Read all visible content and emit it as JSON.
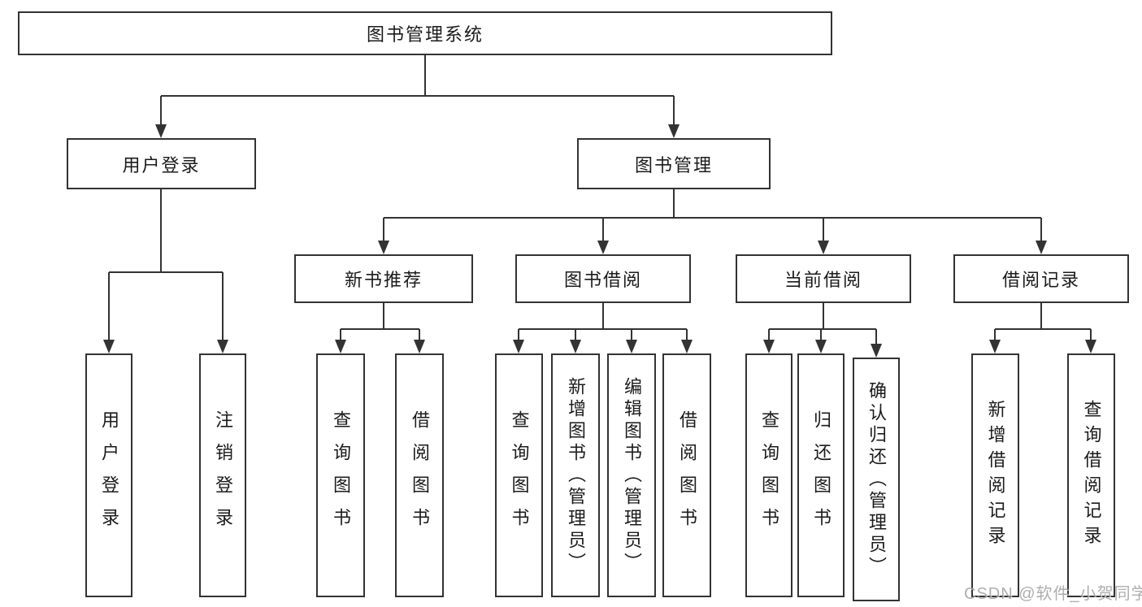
{
  "tree": {
    "root": {
      "label": "图书管理系统"
    },
    "branches": [
      {
        "label": "用户登录",
        "children": [
          {
            "label": "用户登录"
          },
          {
            "label": "注销登录"
          }
        ]
      },
      {
        "label": "图书管理",
        "children": [
          {
            "label": "新书推荐",
            "children": [
              {
                "label": "查询图书"
              },
              {
                "label": "借阅图书"
              }
            ]
          },
          {
            "label": "图书借阅",
            "children": [
              {
                "label": "查询图书"
              },
              {
                "label": "新增图书（管理员）"
              },
              {
                "label": "编辑图书（管理员）"
              },
              {
                "label": "借阅图书"
              }
            ]
          },
          {
            "label": "当前借阅",
            "children": [
              {
                "label": "查询图书"
              },
              {
                "label": "归还图书"
              },
              {
                "label": "确认归还（管理员）"
              }
            ]
          },
          {
            "label": "借阅记录",
            "children": [
              {
                "label": "新增借阅记录"
              },
              {
                "label": "查询借阅记录"
              }
            ]
          }
        ]
      }
    ]
  },
  "watermark": {
    "text": "CSDN @软件_小贺同学"
  },
  "colors": {
    "line": "#333333",
    "box_border": "#333333",
    "text": "#1b1b1b",
    "background": "#ffffff",
    "watermark": "#9a9a9a"
  }
}
